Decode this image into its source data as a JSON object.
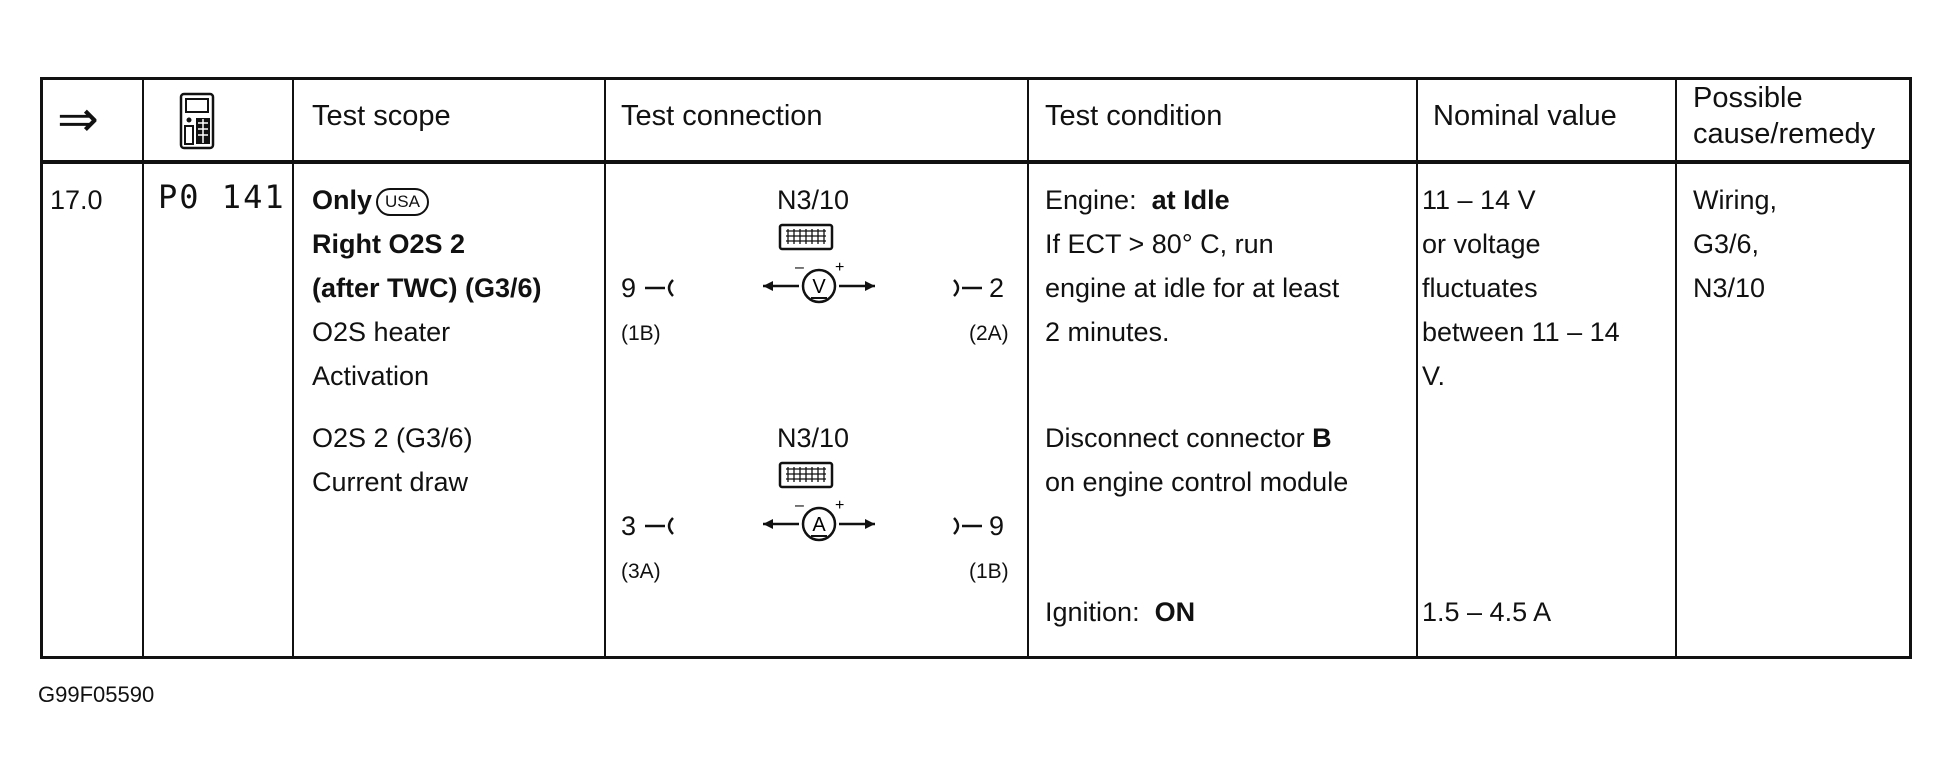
{
  "header": {
    "arrow_icon": "⇒",
    "tester_icon": "diagnostic-tester-icon",
    "test_scope": "Test scope",
    "test_connection": "Test connection",
    "test_condition": "Test condition",
    "nominal_value": "Nominal value",
    "possible_cause_line1": "Possible",
    "possible_cause_line2": "cause/remedy"
  },
  "row": {
    "step": "17.0",
    "dtc": "P0 141",
    "scope": {
      "only": "Only",
      "usa_badge": "USA",
      "title_line1": "Right O2S 2",
      "title_line2": "(after TWC) (G3/6)",
      "heater_line1": "O2S heater",
      "heater_line2": "Activation",
      "current_line1": "O2S 2 (G3/6)",
      "current_line2": "Current draw"
    },
    "connection": {
      "voltmeter": {
        "module": "N3/10",
        "meter_symbol": "V",
        "left_pin": "9",
        "left_pin_sub": "(1B)",
        "right_pin": "2",
        "right_pin_sub": "(2A)"
      },
      "ammeter": {
        "module": "N3/10",
        "meter_symbol": "A",
        "left_pin": "3",
        "left_pin_sub": "(3A)",
        "right_pin": "9",
        "right_pin_sub": "(1B)"
      }
    },
    "condition": {
      "engine_label": "Engine:",
      "engine_value": "at Idle",
      "line2": "If ECT > 80° C, run",
      "line3": "engine at idle for at least",
      "line4": "2 minutes.",
      "disconnect_prefix": "Disconnect connector",
      "disconnect_connector": "B",
      "disconnect_line2": "on engine control module",
      "ignition_label": "Ignition:",
      "ignition_value": "ON"
    },
    "nominal": {
      "line1": "11 – 14 V",
      "line2": "or voltage",
      "line3": "fluctuates",
      "line4": "between 11 – 14",
      "line5": "V.",
      "current": "1.5 – 4.5 A"
    },
    "cause": {
      "line1": "Wiring,",
      "line2": "G3/6,",
      "line3": "N3/10"
    }
  },
  "footer": {
    "figure_id": "G99F05590"
  }
}
